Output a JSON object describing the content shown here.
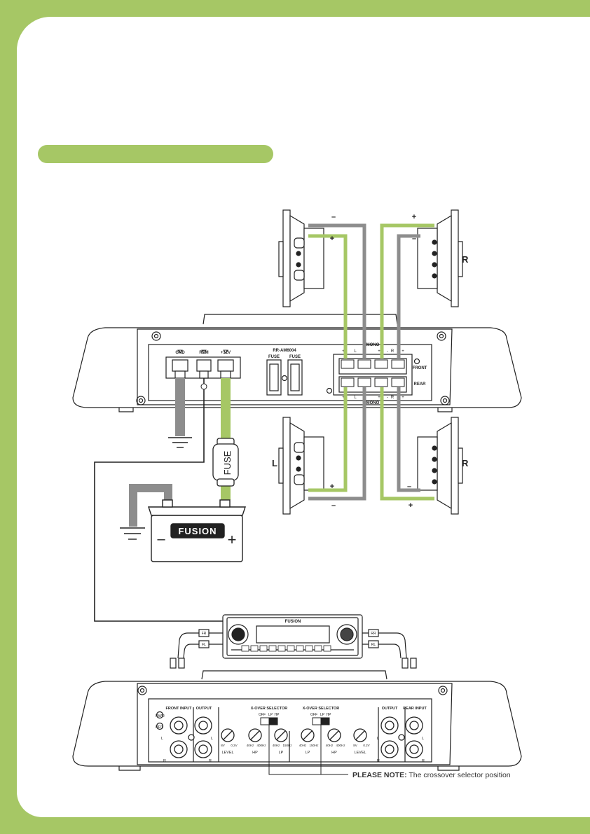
{
  "colors": {
    "accent": "#a6c765",
    "wire_positive": "#a6c765",
    "wire_negative": "#8d8d8d",
    "wire_ground": "#8d8d8d",
    "line": "#222222"
  },
  "amp_top": {
    "model": "RR-AM6004",
    "power_terminals": [
      "GND",
      "REM",
      "+12V"
    ],
    "fuse_labels": [
      "FUSE",
      "FUSE"
    ],
    "speaker_rows": {
      "front": "FRONT",
      "rear": "REAR"
    },
    "bridge_label": "MONO",
    "terminal_marks": [
      "+",
      "L",
      "-",
      "+",
      "-",
      "R",
      "+"
    ]
  },
  "speakers": [
    {
      "side": "",
      "top_sign": "–",
      "bottom_sign": "+"
    },
    {
      "side": "R",
      "top_sign": "+",
      "bottom_sign": "–"
    },
    {
      "side": "L",
      "top_sign": "+",
      "bottom_sign": "–"
    },
    {
      "side": "R",
      "top_sign": "–",
      "bottom_sign": "+"
    }
  ],
  "inline_fuse": {
    "label": "FUSE"
  },
  "battery": {
    "brand": "FUSION",
    "minus": "–",
    "plus": "+"
  },
  "head_unit": {
    "brand": "FUSION",
    "rca_tags": [
      "FR",
      "FL",
      "RR",
      "RL"
    ]
  },
  "amp_bottom": {
    "leds": [
      "PWR",
      "PRT"
    ],
    "front_input": "FRONT INPUT",
    "rear_input": "REAR INPUT",
    "output": "OUTPUT",
    "channel_l": "L",
    "channel_r": "R",
    "xover": {
      "title": "X-OVER SELECTOR",
      "options": [
        "OFF",
        "LP",
        "HP"
      ]
    },
    "knobs_left": [
      {
        "label": "LEVEL",
        "min": "8V",
        "max": "0.2V"
      },
      {
        "label": "HP",
        "min": "40Hz",
        "max": "400Hz"
      },
      {
        "label": "LP",
        "min": "40Hz",
        "max": "150Hz"
      }
    ],
    "knobs_right": [
      {
        "label": "LP",
        "min": "40Hz",
        "max": "150Hz"
      },
      {
        "label": "HP",
        "min": "40Hz",
        "max": "400Hz"
      },
      {
        "label": "LEVEL",
        "min": "8V",
        "max": "0.2V"
      }
    ]
  },
  "note": {
    "label": "PLEASE NOTE:",
    "text": "The crossover selector position"
  }
}
